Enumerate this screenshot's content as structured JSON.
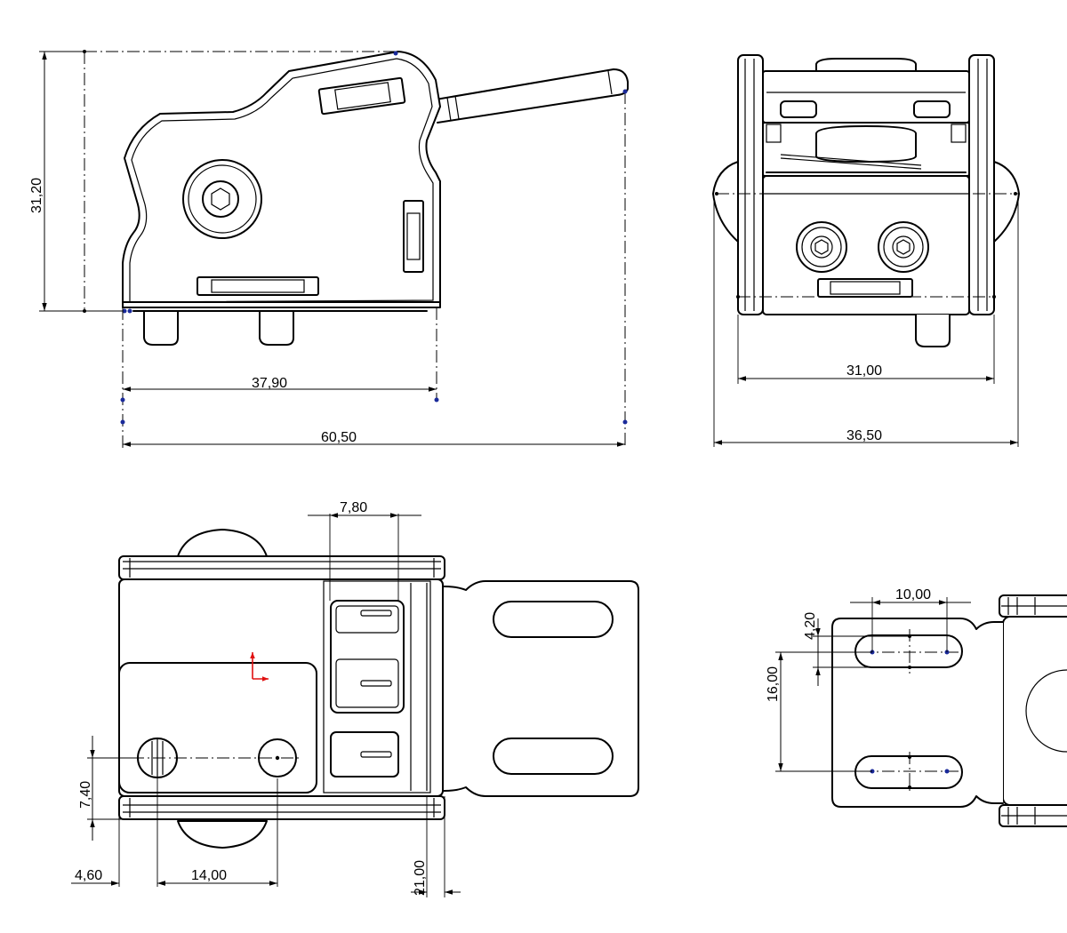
{
  "dimensions": {
    "side_height": "31,20",
    "side_base_width": "37,90",
    "side_overall_width": "60,50",
    "front_inner_width": "31,00",
    "front_overall_width": "36,50",
    "top_slot_width": "7,80",
    "top_hole_vertical": "7,40",
    "top_hole_edge": "4,60",
    "top_hole_pitch": "14,00",
    "top_slot_offset": "21,00",
    "detail_slot_pitch": "10,00",
    "detail_slot_width": "4,20",
    "detail_slot_spacing": "16,00"
  },
  "colors": {
    "line": "#000000",
    "vertex": "#1a2a9a",
    "axis": "#e01010"
  }
}
